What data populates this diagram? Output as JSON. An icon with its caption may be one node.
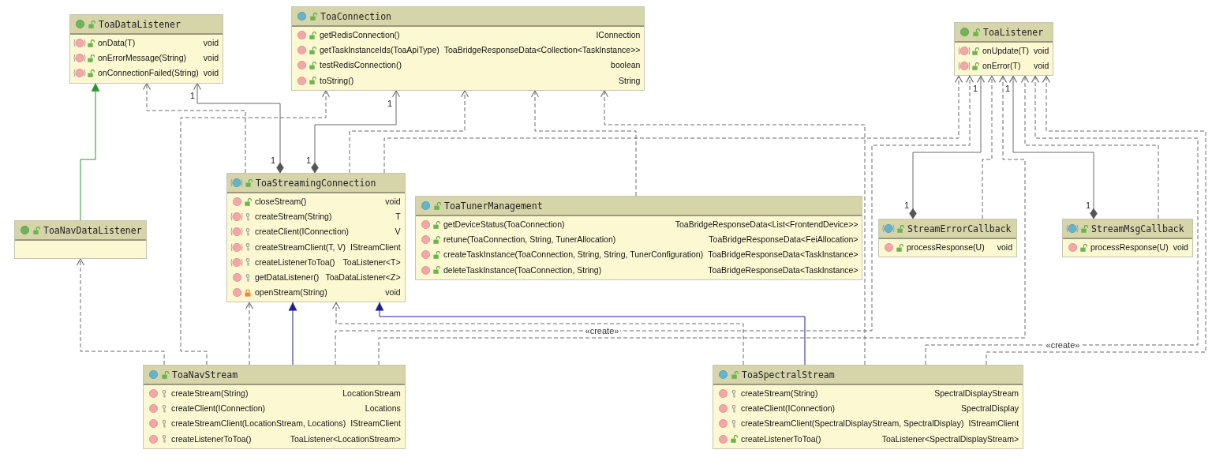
{
  "diagram": {
    "nodes": [
      {
        "text": [
          "ToaDataListener",
          "onData(T)",
          "void",
          "onErrorMessage(String)",
          "void",
          "onConnectionFailed(String)",
          "void"
        ]
      },
      {
        "text": [
          "ToaConnection",
          "getRedisConnection()",
          "IConnection",
          "getTaskInstanceIds(ToaApiType)",
          "ToaBridgeResponseData<Collection<TaskInstance>>",
          "testRedisConnection()",
          "boolean",
          "toString()",
          "String"
        ]
      },
      {
        "text": [
          "ToaListener",
          "onUpdate(T)",
          "void",
          "onError(T)",
          "void"
        ]
      },
      {
        "text": [
          "ToaNavDataListener"
        ]
      },
      {
        "text": [
          "ToaStreamingConnection",
          "closeStream()",
          "void",
          "createStream(String)",
          "T",
          "createClient(IConnection)",
          "V",
          "createStreamClient(T, V)",
          "IStreamClient",
          "createListenerToToa()",
          "ToaListener<T>",
          "getDataListener()",
          "ToaDataListener<Z>",
          "openStream(String)",
          "void"
        ]
      },
      {
        "text": [
          "ToaTunerManagement",
          "getDeviceStatus(ToaConnection)",
          "ToaBridgeResponseData<List<FrontendDevice>>",
          "retune(ToaConnection, String, TunerAllocation)",
          "ToaBridgeResponseData<FeiAllocation>",
          "createTaskInstance(ToaConnection, String, String, TunerConfiguration)",
          "ToaBridgeResponseData<TaskInstance>",
          "deleteTaskInstance(ToaConnection, String)",
          "ToaBridgeResponseData<TaskInstance>"
        ]
      },
      {
        "text": [
          "StreamErrorCallback",
          "processResponse(U)",
          "void"
        ]
      },
      {
        "text": [
          "StreamMsgCallback",
          "processResponse(U)",
          "void"
        ]
      },
      {
        "text": [
          "ToaNavStream",
          "createStream(String)",
          "LocationStream",
          "createClient(IConnection)",
          "Locations",
          "createStreamClient(LocationStream, Locations)",
          "IStreamClient",
          "createListenerToToa()",
          "ToaListener<LocationStream>"
        ]
      },
      {
        "text": [
          "ToaSpectralStream",
          "createStream(String)",
          "SpectralDisplayStream",
          "createClient(IConnection)",
          "SpectralDisplay",
          "createStreamClient(SpectralDisplayStream, SpectralDisplay)",
          "IStreamClient",
          "createListenerToToa()",
          "ToaListener<SpectralDisplayStream>"
        ]
      }
    ],
    "edges": [
      {
        "from": 3,
        "to": 0,
        "arrow": "to",
        "color": "#2a962a"
      },
      {
        "from": 4,
        "to": 0,
        "arrow": "to",
        "style": "dashed"
      },
      {
        "from": 4,
        "to": 0,
        "arrow": "to"
      },
      {
        "from": 8,
        "to": 1,
        "arrow": "to",
        "style": "dashed"
      },
      {
        "from": 4,
        "to": 1,
        "arrow": "to"
      },
      {
        "from": 4,
        "to": 1,
        "arrow": "to",
        "style": "dashed"
      },
      {
        "from": 5,
        "to": 1,
        "arrow": "to",
        "style": "dashed"
      },
      {
        "from": 9,
        "to": 1,
        "arrow": "to",
        "style": "dashed"
      },
      {
        "from": 4,
        "to": 2,
        "arrow": "to",
        "style": "dashed"
      },
      {
        "from": 8,
        "to": 2,
        "arrow": "to",
        "style": "dashed",
        "label": "«create»"
      },
      {
        "from": 6,
        "to": 2,
        "arrow": "to"
      },
      {
        "from": 6,
        "to": 2,
        "arrow": "to",
        "style": "dashed"
      },
      {
        "from": 8,
        "to": 2,
        "arrow": "to",
        "style": "dashed"
      },
      {
        "from": 7,
        "to": 2,
        "arrow": "to"
      },
      {
        "from": 7,
        "to": 2,
        "arrow": "to",
        "style": "dashed"
      },
      {
        "from": 9,
        "to": 2,
        "arrow": "to",
        "style": "dashed",
        "label": "«create»"
      },
      {
        "from": 9,
        "to": 2,
        "arrow": "to",
        "style": "dashed"
      },
      {
        "from": 8,
        "to": 3,
        "arrow": "to",
        "style": "dashed"
      },
      {
        "from": 8,
        "to": 4,
        "arrow": "to",
        "style": "dashed"
      },
      {
        "from": 8,
        "to": 4,
        "arrow": "to",
        "color": "#1f1f8f"
      },
      {
        "from": 9,
        "to": 4,
        "arrow": "to",
        "style": "dashed"
      },
      {
        "from": 9,
        "to": 4,
        "arrow": "to",
        "color": "#1f1f8f"
      }
    ],
    "labels": [
      "1",
      "1",
      "1",
      "1",
      "1",
      "1",
      "1",
      "1"
    ]
  }
}
